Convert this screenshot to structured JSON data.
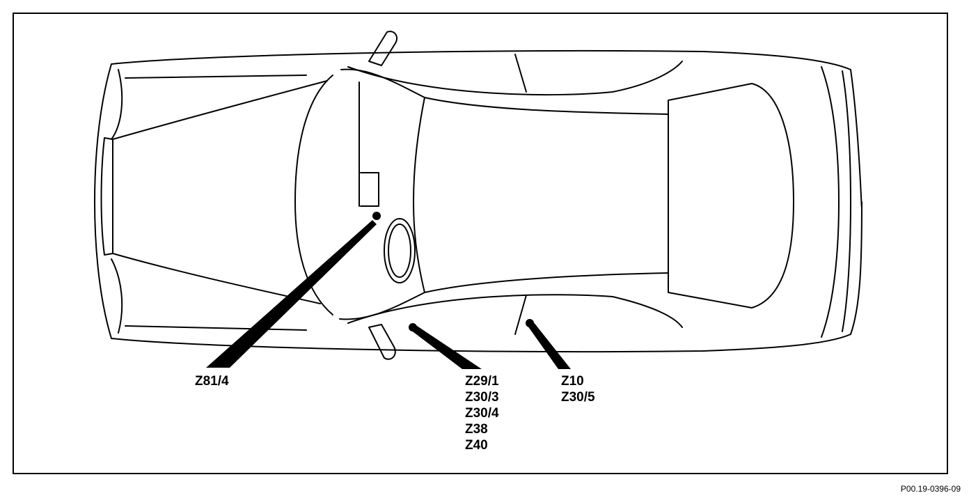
{
  "diagram": {
    "callouts": [
      {
        "id": "left",
        "labels": [
          "Z81/4"
        ]
      },
      {
        "id": "middle",
        "labels": [
          "Z29/1",
          "Z30/3",
          "Z30/4",
          "Z38",
          "Z40"
        ]
      },
      {
        "id": "right",
        "labels": [
          "Z10",
          "Z30/5"
        ]
      }
    ],
    "reference": "P00.19-0396-09"
  }
}
